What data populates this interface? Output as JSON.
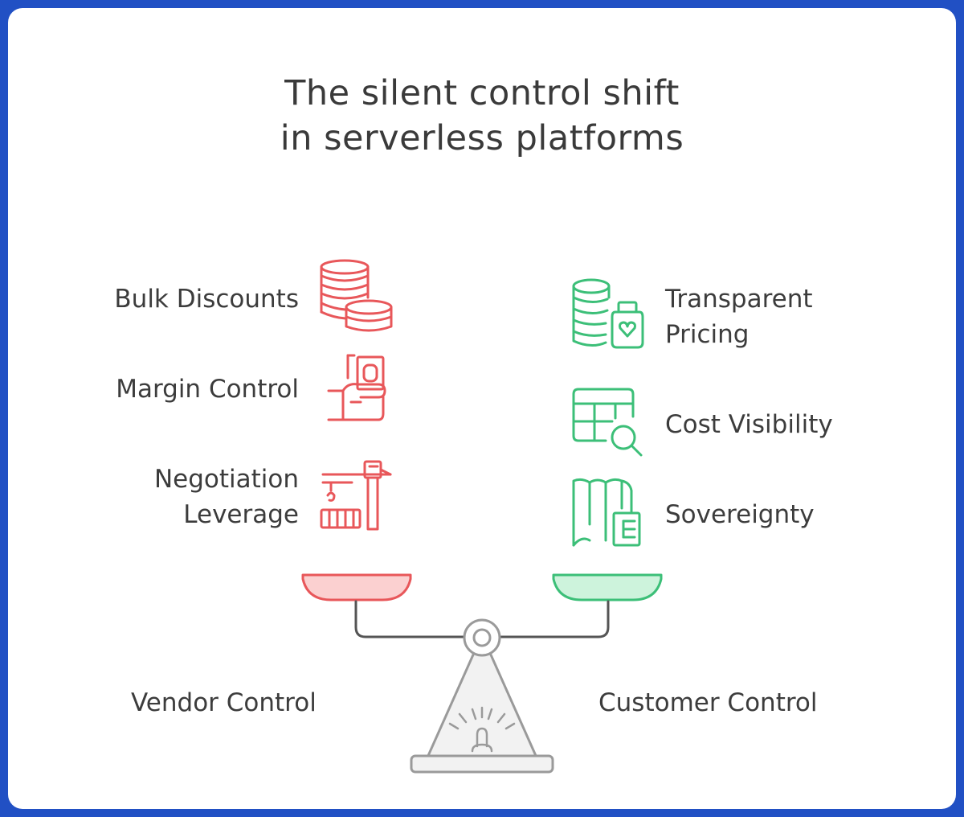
{
  "title": {
    "line1": "The silent control shift",
    "line2": "in serverless platforms"
  },
  "vendor_side": {
    "caption": "Vendor Control",
    "accent_color": "#e8575a",
    "pan_fill": "#fbd0d0",
    "items": [
      {
        "label": "Bulk Discounts",
        "icon": "coin-stacks-icon"
      },
      {
        "label": "Margin Control",
        "icon": "hand-holding-money-icon"
      },
      {
        "label_line1": "Negotiation",
        "label_line2": "Leverage",
        "icon": "crane-lifting-cargo-icon"
      }
    ]
  },
  "customer_side": {
    "caption": "Customer Control",
    "accent_color": "#3cbf78",
    "pan_fill": "#cdf3dc",
    "items": [
      {
        "label_line1": "Transparent",
        "label_line2": "Pricing",
        "icon": "coins-and-heart-jar-icon"
      },
      {
        "label": "Cost Visibility",
        "icon": "table-magnifier-icon"
      },
      {
        "label": "Sovereignty",
        "icon": "map-flag-icon"
      }
    ]
  },
  "neutral_color": "#555555",
  "page_background": "#2150c4"
}
